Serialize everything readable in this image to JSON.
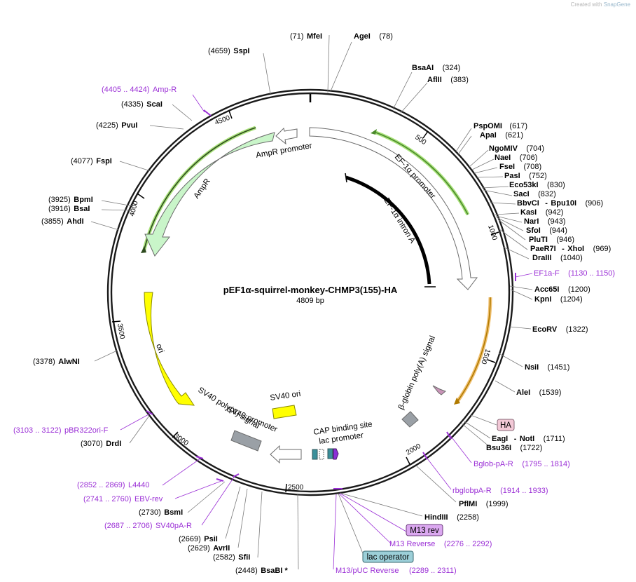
{
  "credit": {
    "prefix": "Created with",
    "brand": "SnapGene"
  },
  "plasmid": {
    "name": "pEF1α-squirrel-monkey-CHMP3(155)-HA",
    "size_label": "4809 bp"
  },
  "ticks": [
    "500",
    "1000",
    "1500",
    "2000",
    "2500",
    "3000",
    "3500",
    "4000",
    "4500"
  ],
  "features": {
    "ef1a_promoter": "EF-1α promoter",
    "ef1a_intron": "EF-1α intron A",
    "ampr_promoter": "AmpR promoter",
    "ampr": "AmpR",
    "ori": "ori",
    "bglobin_polya": "β-globin poly(A) signal",
    "sv40_polya": "SV40 poly(A) signal",
    "sv40_promoter": "SV40 promoter",
    "sv40_ori": "SV40 ori",
    "cap_site": "CAP binding site",
    "lac_promoter": "lac promoter",
    "ha": "HA",
    "m13_rev": "M13 rev",
    "lac_operator": "lac operator"
  },
  "sites": {
    "mfei": {
      "pos": "(71)",
      "name": "MfeI"
    },
    "agei": {
      "name": "AgeI",
      "pos": "(78)"
    },
    "sspi": {
      "pos": "(4659)",
      "name": "SspI"
    },
    "bsaai": {
      "name": "BsaAI",
      "pos": "(324)"
    },
    "aflii": {
      "name": "AflII",
      "pos": "(383)"
    },
    "ampr_primer": {
      "pos": "(4405 .. 4424)",
      "name": "Amp-R"
    },
    "scai": {
      "pos": "(4335)",
      "name": "ScaI"
    },
    "pvui": {
      "pos": "(4225)",
      "name": "PvuI"
    },
    "fspi": {
      "pos": "(4077)",
      "name": "FspI"
    },
    "bpmi": {
      "pos": "(3925)",
      "name": "BpmI"
    },
    "bsai": {
      "pos": "(3916)",
      "name": "BsaI"
    },
    "ahdi": {
      "pos": "(3855)",
      "name": "AhdI"
    },
    "pspomi": {
      "name": "PspOMI",
      "pos": "(617)"
    },
    "apai": {
      "name": "ApaI",
      "pos": "(621)"
    },
    "ngomiv": {
      "name": "NgoMIV",
      "pos": "(704)"
    },
    "naei": {
      "name": "NaeI",
      "pos": "(706)"
    },
    "fsei": {
      "name": "FseI",
      "pos": "(708)"
    },
    "pasi": {
      "name": "PasI",
      "pos": "(752)"
    },
    "eco53ki": {
      "name": "Eco53kI",
      "pos": "(830)"
    },
    "saci": {
      "name": "SacI",
      "pos": "(832)"
    },
    "bbvci": {
      "name": "BbvCI",
      "sep": "-",
      "name2": "Bpu10I",
      "pos": "(906)"
    },
    "kasi": {
      "name": "KasI",
      "pos": "(942)"
    },
    "nari": {
      "name": "NarI",
      "pos": "(943)"
    },
    "sfoi": {
      "name": "SfoI",
      "pos": "(944)"
    },
    "pluti": {
      "name": "PluTI",
      "pos": "(946)"
    },
    "paer7i": {
      "name": "PaeR7I",
      "sep": "-",
      "name2": "XhoI",
      "pos": "(969)"
    },
    "draiii": {
      "name": "DraIII",
      "pos": "(1040)"
    },
    "ef1af": {
      "name": "EF1a-F",
      "pos": "(1130 .. 1150)"
    },
    "acc65i": {
      "name": "Acc65I",
      "pos": "(1200)"
    },
    "kpni": {
      "name": "KpnI",
      "pos": "(1204)"
    },
    "ecorv": {
      "name": "EcoRV",
      "pos": "(1322)"
    },
    "nsii": {
      "name": "NsiI",
      "pos": "(1451)"
    },
    "alei": {
      "name": "AleI",
      "pos": "(1539)"
    },
    "eagi": {
      "name": "EagI",
      "sep": "-",
      "name2": "NotI",
      "pos": "(1711)"
    },
    "bsu36i": {
      "name": "Bsu36I",
      "pos": "(1722)"
    },
    "bglobpar": {
      "name": "Bglob-pA-R",
      "pos": "(1795 .. 1814)"
    },
    "rbglobpar": {
      "name": "rbglobpA-R",
      "pos": "(1914 .. 1933)"
    },
    "pflmi": {
      "name": "PflMI",
      "pos": "(1999)"
    },
    "hindiii": {
      "name": "HindIII",
      "pos": "(2258)"
    },
    "m13reverse": {
      "name": "M13 Reverse",
      "pos": "(2276 .. 2292)"
    },
    "m13puc": {
      "name": "M13/pUC Reverse",
      "pos": "(2289 .. 2311)"
    },
    "alwni": {
      "pos": "(3378)",
      "name": "AlwNI"
    },
    "pbr322ori": {
      "pos": "(3103 .. 3122)",
      "name": "pBR322ori-F"
    },
    "drdi": {
      "pos": "(3070)",
      "name": "DrdI"
    },
    "l4440": {
      "pos": "(2852 .. 2869)",
      "name": "L4440"
    },
    "ebvrev": {
      "pos": "(2741 .. 2760)",
      "name": "EBV-rev"
    },
    "bsmi": {
      "pos": "(2730)",
      "name": "BsmI"
    },
    "sv40par": {
      "pos": "(2687 .. 2706)",
      "name": "SV40pA-R"
    },
    "psii": {
      "pos": "(2669)",
      "name": "PsiI"
    },
    "avrii": {
      "pos": "(2629)",
      "name": "AvrII"
    },
    "sfii": {
      "pos": "(2582)",
      "name": "SfiI"
    },
    "bsabi": {
      "pos": "(2448)",
      "name": "BsaBI *"
    }
  }
}
